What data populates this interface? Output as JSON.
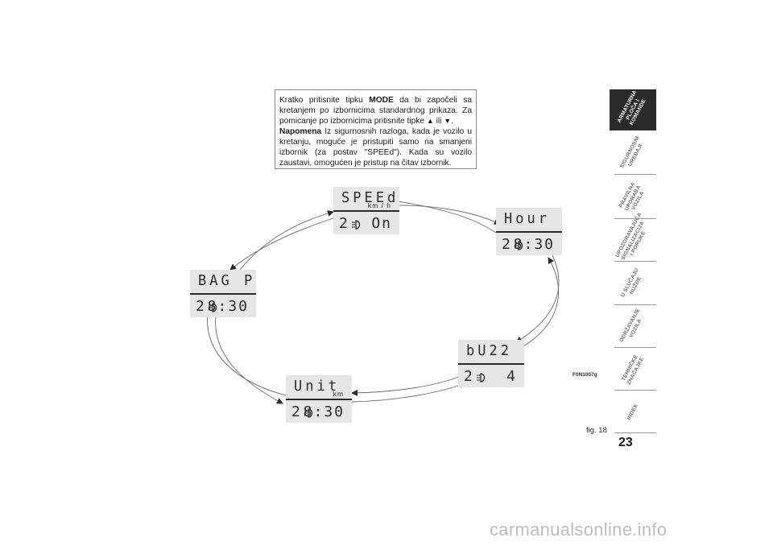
{
  "info": {
    "line1_pre": "Kratko pritisnite tipku ",
    "line1_key": "MODE",
    "line1_post": " da bi započeli sa kretanjem po izbornicima standardnog prikaza. Za pomicanje po izbornicima pritisnite tipke ",
    "up_arrow": "▲",
    "or_word": " ili ",
    "down_arrow": "▼",
    "line1_end": ".",
    "note_label": "Napomena",
    "note_text": " Iz sigurnosnih razloga, kada je vozilo u kretanju, moguće je pristupiti samo na smanjeni izbornik (za postav \"SPEEd\"). Kada su vozilo zaustavi, omogućen je pristup na čitav izbornik."
  },
  "displays": {
    "speed": {
      "word": "SPEEd",
      "unit": "km / h",
      "gear": "2",
      "value": "On"
    },
    "hour": {
      "word": "Hour",
      "unit": "",
      "gear": "2",
      "value": "8:30"
    },
    "buzz": {
      "word": "bU22",
      "unit": "",
      "gear": "2",
      "value": "4"
    },
    "unit": {
      "word": "Unit",
      "unit": "km",
      "gear": "2",
      "value": "8:30"
    },
    "bagp": {
      "word": "BAG P",
      "unit": "",
      "gear": "2",
      "value": "8:30"
    }
  },
  "tabs": [
    {
      "label": "ARMATURNA PLOČA I KOMANDE",
      "active": true
    },
    {
      "label": "SIGURNOSNI UREĐAJI",
      "active": false
    },
    {
      "label": "PRAVILNA UPORABA VOZILA",
      "active": false
    },
    {
      "label": "UPOZORAVAJUĆA SIGNALIZACIJA I PORUKE",
      "active": false
    },
    {
      "label": "U SLUČAJU NUŽDE",
      "active": false
    },
    {
      "label": "ODRŽAVANJE VOZILA",
      "active": false
    },
    {
      "label": "TEHNIČKE ZNAČAJKE",
      "active": false
    },
    {
      "label": "INDEX",
      "active": false
    }
  ],
  "fig_code": "F0N1007g",
  "fig_label": "fig. 18",
  "page_number": "23",
  "watermark": "carmanualsonline.info"
}
